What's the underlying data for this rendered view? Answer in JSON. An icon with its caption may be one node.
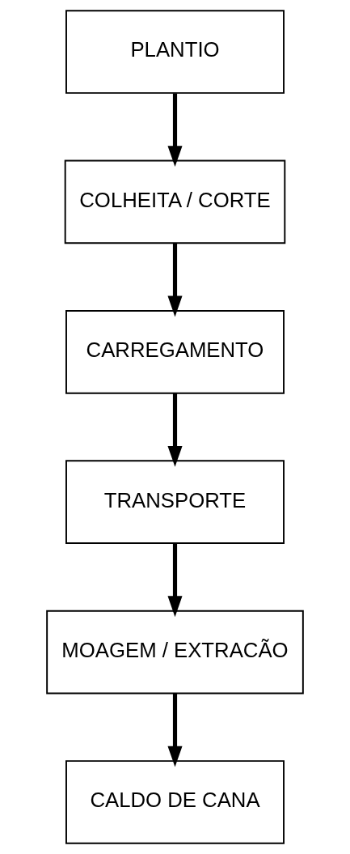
{
  "diagram": {
    "nodes": [
      {
        "text": [
          "PLANTIO"
        ]
      },
      {
        "text": [
          "COLHEITA / CORTE"
        ]
      },
      {
        "text": [
          "CARREGAMENTO"
        ]
      },
      {
        "text": [
          "TRANSPORTE"
        ]
      },
      {
        "text": [
          "MOAGEM / EXTRACÃO"
        ]
      },
      {
        "text": [
          "CALDO DE CANA"
        ]
      }
    ],
    "edges": [
      {
        "from": 0,
        "to": 1,
        "arrow": "to"
      },
      {
        "from": 1,
        "to": 2,
        "arrow": "to"
      },
      {
        "from": 2,
        "to": 3,
        "arrow": "to"
      },
      {
        "from": 3,
        "to": 4,
        "arrow": "to"
      },
      {
        "from": 4,
        "to": 5,
        "arrow": "to"
      }
    ]
  }
}
